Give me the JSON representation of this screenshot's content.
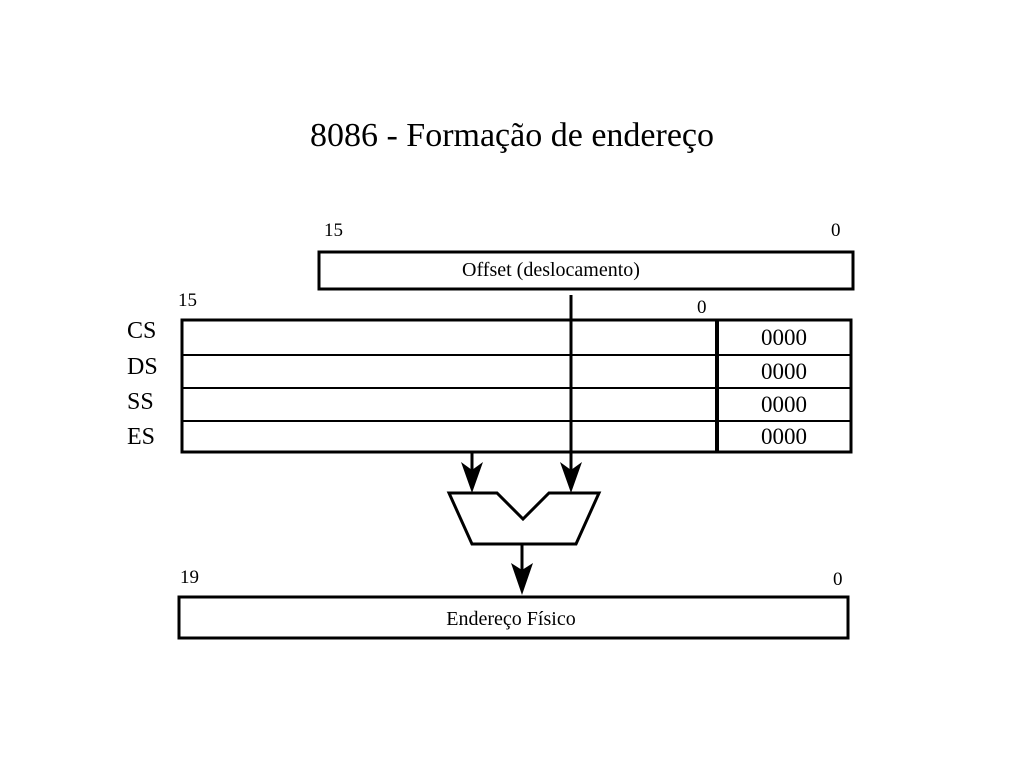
{
  "title": "8086 - Formação de endereço",
  "offset_register": {
    "label": "Offset (deslocamento)",
    "bit_high": "15",
    "bit_low": "0"
  },
  "segment_registers": {
    "bit_high": "15",
    "bit_low": "0",
    "rows": [
      {
        "name": "CS",
        "suffix": "0000"
      },
      {
        "name": "DS",
        "suffix": "0000"
      },
      {
        "name": "SS",
        "suffix": "0000"
      },
      {
        "name": "ES",
        "suffix": "0000"
      }
    ]
  },
  "physical_address": {
    "label": "Endereço Físico",
    "bit_high": "19",
    "bit_low": "0"
  }
}
